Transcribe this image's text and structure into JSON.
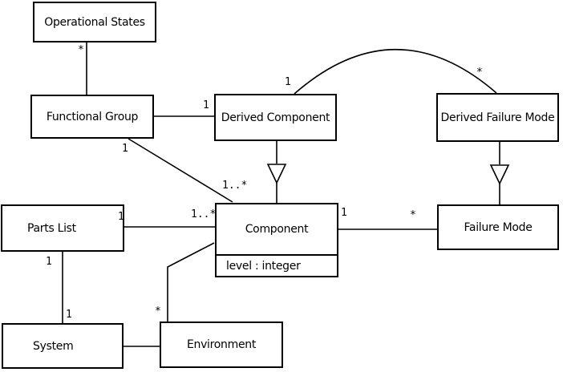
{
  "diagram_type": "uml-class-diagram",
  "classes": {
    "operational_states": {
      "name": "Operational States"
    },
    "functional_group": {
      "name": "Functional Group"
    },
    "derived_component": {
      "name": "Derived Component"
    },
    "derived_failure_mode": {
      "name": "Derived Failure Mode"
    },
    "parts_list": {
      "name": "Parts List"
    },
    "component": {
      "name": "Component",
      "attribute": "level : integer"
    },
    "failure_mode": {
      "name": "Failure Mode"
    },
    "system": {
      "name": "System"
    },
    "environment": {
      "name": "Environment"
    }
  },
  "relationships": {
    "operational_states__functional_group": {
      "type": "association",
      "mult_operational_states": "*"
    },
    "functional_group__derived_component": {
      "type": "association",
      "mult_derived_component": "1"
    },
    "functional_group__component": {
      "type": "association",
      "mult_functional_group": "1",
      "mult_component": "1..*"
    },
    "derived_component__derived_failure_mode": {
      "type": "association",
      "mult_derived_component": "1",
      "mult_derived_failure_mode": "*"
    },
    "derived_component__component": {
      "type": "generalization"
    },
    "derived_failure_mode__failure_mode": {
      "type": "generalization"
    },
    "parts_list__component": {
      "type": "association",
      "mult_parts_list": "1",
      "mult_component": "1..*"
    },
    "component__failure_mode": {
      "type": "association",
      "mult_component": "1",
      "mult_failure_mode": "*"
    },
    "parts_list__system": {
      "type": "association",
      "mult_parts_list": "1",
      "mult_system": "1"
    },
    "system__environment": {
      "type": "association"
    },
    "environment__component": {
      "type": "association",
      "mult_environment": "*"
    }
  },
  "colors": {
    "background": "#ffffff",
    "line": "#000000",
    "box_fill": "#ffffff",
    "text": "#000000"
  }
}
